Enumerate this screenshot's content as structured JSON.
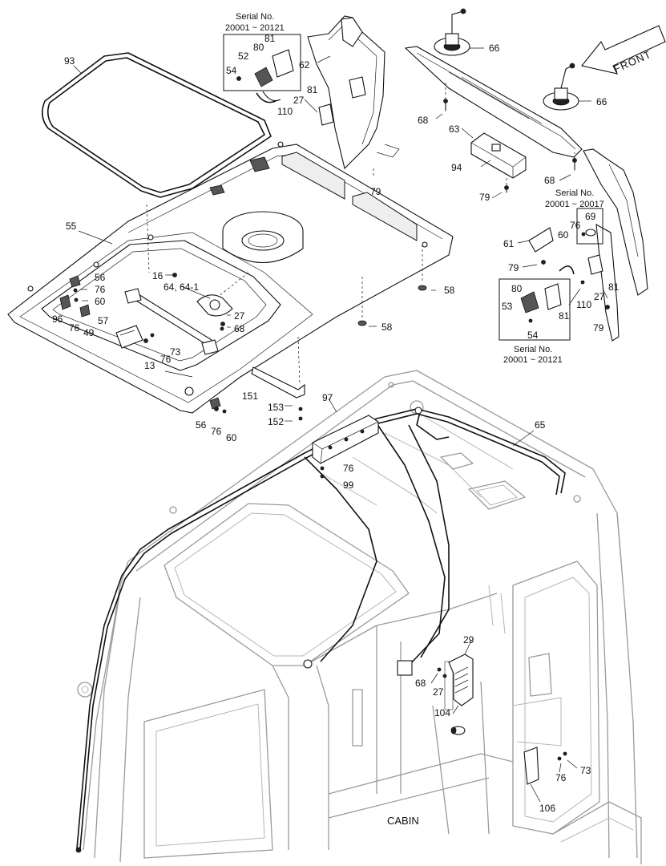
{
  "title": "CABIN",
  "front_label": "FRONT",
  "serial_notes": [
    {
      "heading": "Serial No.",
      "range": "20001 ~ 20121"
    },
    {
      "heading": "Serial No.",
      "range": "20001 ~ 20017"
    },
    {
      "heading": "Serial No.",
      "range": "20001 ~ 20121"
    }
  ],
  "callouts": {
    "c93": "93",
    "c55": "55",
    "c16": "16",
    "c64": "64, 64-1",
    "c27a": "27",
    "c68a": "68",
    "c56a": "56",
    "c76a": "76",
    "c60a": "60",
    "c96": "96",
    "c76b": "76",
    "c49": "49",
    "c57": "57",
    "c73a": "73",
    "c13": "13",
    "c76c": "76",
    "c151": "151",
    "c56b": "56",
    "c76d": "76",
    "c60b": "60",
    "c153": "153",
    "c152": "152",
    "c58a": "58",
    "c58b": "58",
    "c52": "52",
    "c80a": "80",
    "c81a": "81",
    "c54a": "54",
    "c62": "62",
    "c81b": "81",
    "c27b": "27",
    "c110a": "110",
    "c79a": "79",
    "c66a": "66",
    "c66b": "66",
    "c68b": "68",
    "c63": "63",
    "c94": "94",
    "c68c": "68",
    "c79b": "79",
    "c61": "61",
    "c76e": "76",
    "c69": "69",
    "c60c": "60",
    "c79c": "79",
    "c80b": "80",
    "c53": "53",
    "c81c": "81",
    "c54b": "54",
    "c81d": "81",
    "c27c": "27",
    "c110b": "110",
    "c79d": "79",
    "c97": "97",
    "c65": "65",
    "c76f": "76",
    "c99": "99",
    "c29": "29",
    "c68d": "68",
    "c27d": "27",
    "c104": "104",
    "c73b": "73",
    "c76g": "76",
    "c106": "106"
  }
}
